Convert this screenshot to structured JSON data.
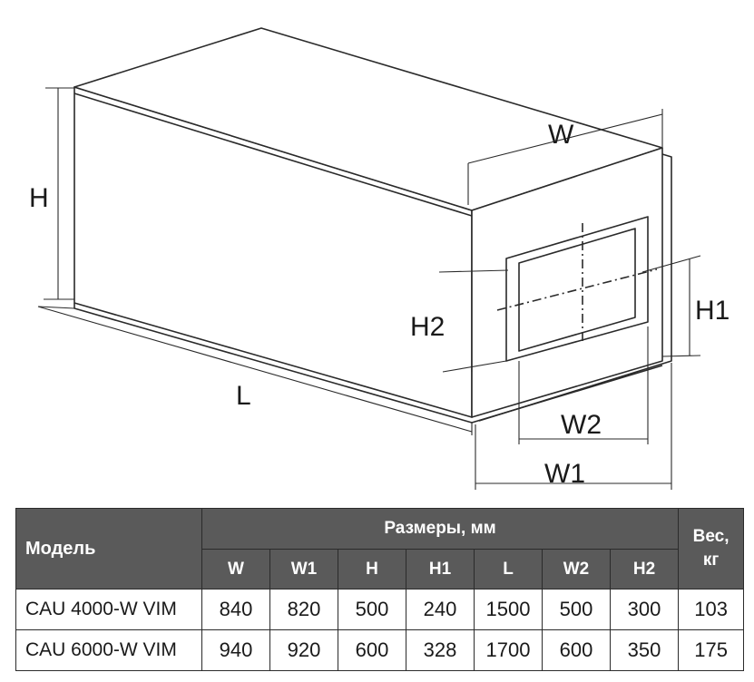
{
  "drawing": {
    "labels": {
      "H": "H",
      "L": "L",
      "W": "W",
      "W1": "W1",
      "W2": "W2",
      "H1": "H1",
      "H2": "H2"
    }
  },
  "table": {
    "model_header": "Модель",
    "sizes_header": "Размеры, мм",
    "weight_header_line1": "Вес,",
    "weight_header_line2": "кг",
    "columns": [
      "W",
      "W1",
      "H",
      "H1",
      "L",
      "W2",
      "H2"
    ],
    "rows": [
      {
        "model": "CAU 4000-W VIM",
        "values": [
          "840",
          "820",
          "500",
          "240",
          "1500",
          "500",
          "300"
        ],
        "weight": "103"
      },
      {
        "model": "CAU 6000-W VIM",
        "values": [
          "940",
          "920",
          "600",
          "328",
          "1700",
          "600",
          "350"
        ],
        "weight": "175"
      }
    ]
  }
}
